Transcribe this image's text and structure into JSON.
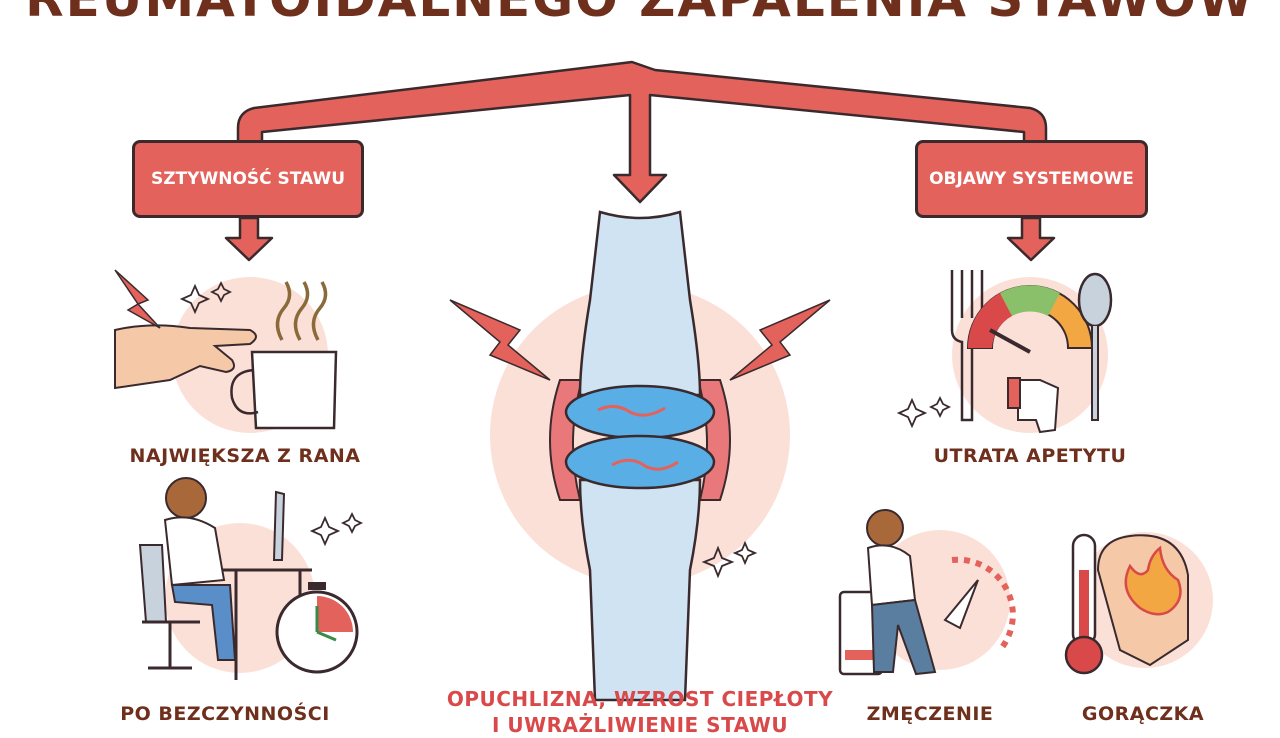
{
  "title": "REUMATOIDALNEGO ZAPALENIA STAWÓW",
  "tags": {
    "left": "SZTYWNOŚĆ STAWU",
    "right": "OBJAWY SYSTEMOWE"
  },
  "labels": {
    "morning": "NAJWIĘKSZA Z RANA",
    "inactivity": "PO BEZCZYNNOŚCI",
    "center": "OPUCHLIZNA, WZROST CIEPŁOTY I UWRAŻLIWIENIE STAWU",
    "appetite": "UTRATA APETYTU",
    "fatigue": "ZMĘCZENIE",
    "fever": "GORĄCZKA"
  },
  "colors": {
    "accent_red": "#e3625b",
    "title_brown": "#6e2f1c",
    "outline": "#3a2a2e",
    "soft_pink": "#fbe0d8"
  }
}
